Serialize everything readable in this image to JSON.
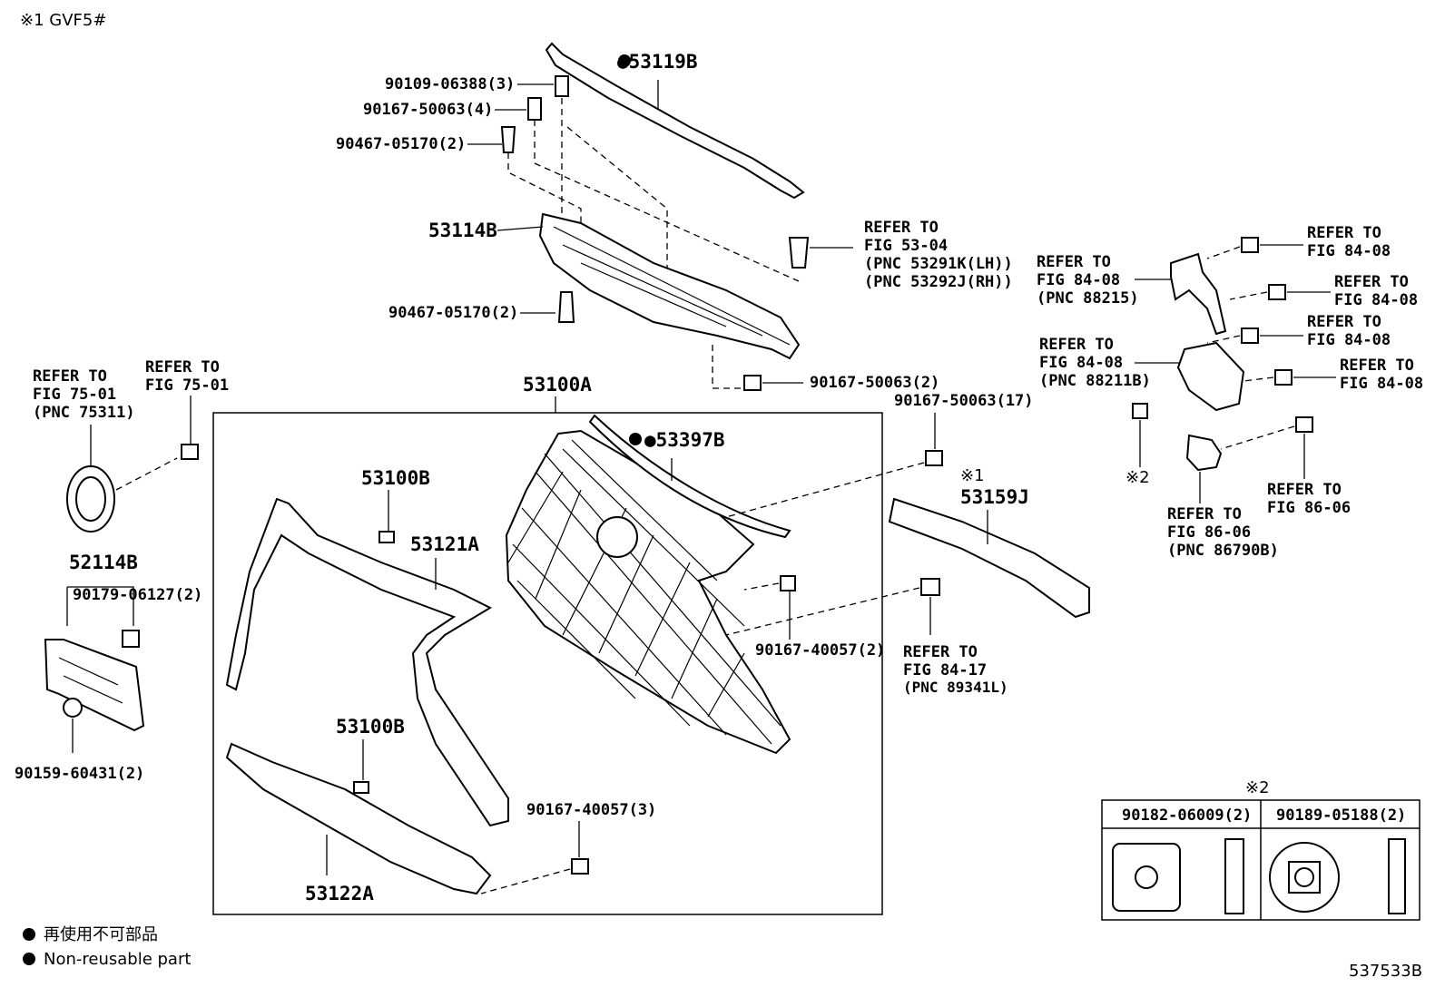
{
  "header_note": "※1 GVF5#",
  "figure_code": "537533B",
  "legend": {
    "japanese": "再使用不可部品",
    "english": "Non-reusable part"
  },
  "parts": {
    "p53119B": "●53119B",
    "p90109": "90109-06388(3)",
    "p90167_4": "90167-50063(4)",
    "p90467_top": "90467-05170(2)",
    "p53114B": "53114B",
    "p90467_bot": "90467-05170(2)",
    "p90167_2": "90167-50063(2)",
    "p53100A": "53100A",
    "p90167_17": "90167-50063(17)",
    "p53397B": "●53397B",
    "p53100B_a": "53100B",
    "p53121A": "53121A",
    "p53100B_b": "53100B",
    "p53122A": "53122A",
    "p90167_40057_2": "90167-40057(2)",
    "p90167_40057_3": "90167-40057(3)",
    "p53159J_note": "※1",
    "p53159J": "53159J",
    "p52114B": "52114B",
    "p90179": "90179-06127(2)",
    "p90159": "90159-60431(2)",
    "note2_mark": "※2"
  },
  "refs": {
    "r53_04": [
      "REFER TO",
      "FIG 53-04",
      "(PNC 53291K(LH))",
      "(PNC 53292J(RH))"
    ],
    "r75_01_a": [
      "REFER TO",
      "FIG 75-01",
      "(PNC 75311)"
    ],
    "r75_01_b": [
      "REFER TO",
      "FIG 75-01"
    ],
    "r84_17": [
      "REFER TO",
      "FIG 84-17",
      "(PNC 89341L)"
    ],
    "r84_08_88215": [
      "REFER TO",
      "FIG 84-08",
      "(PNC 88215)"
    ],
    "r84_08_a": [
      "REFER TO",
      "FIG 84-08"
    ],
    "r84_08_b": [
      "REFER TO",
      "FIG 84-08"
    ],
    "r84_08_c": [
      "REFER TO",
      "FIG 84-08"
    ],
    "r84_08_88211B": [
      "REFER TO",
      "FIG 84-08",
      "(PNC 88211B)"
    ],
    "r84_08_d": [
      "REFER TO",
      "FIG 84-08"
    ],
    "r86_06_a": [
      "REFER TO",
      "FIG 86-06"
    ],
    "r86_06_b": [
      "REFER TO",
      "FIG 86-06",
      "(PNC 86790B)"
    ]
  },
  "table": {
    "mark": "※2",
    "col1": "90182-06009(2)",
    "col2": "90189-05188(2)"
  }
}
